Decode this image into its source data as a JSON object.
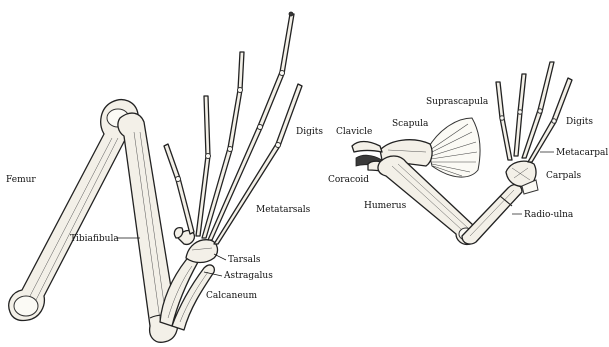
{
  "hindlimb": {
    "labels": {
      "femur": "Femur",
      "tibiafibula": "Tibiafibula",
      "digits": "Digits",
      "metatarsals": "Metatarsals",
      "tarsals": "Tarsals",
      "astragalus": "Astragalus",
      "calcaneum": "Calcaneum"
    }
  },
  "forelimb": {
    "labels": {
      "suprascapula": "Suprascapula",
      "clavicle": "Clavicle",
      "scapula": "Scapula",
      "coracoid": "Coracoid",
      "humerus": "Humerus",
      "digits": "Digits",
      "metacarpal": "Metacarpal",
      "carpals": "Carpals",
      "radio_ulna": "Radio-ulna"
    }
  }
}
